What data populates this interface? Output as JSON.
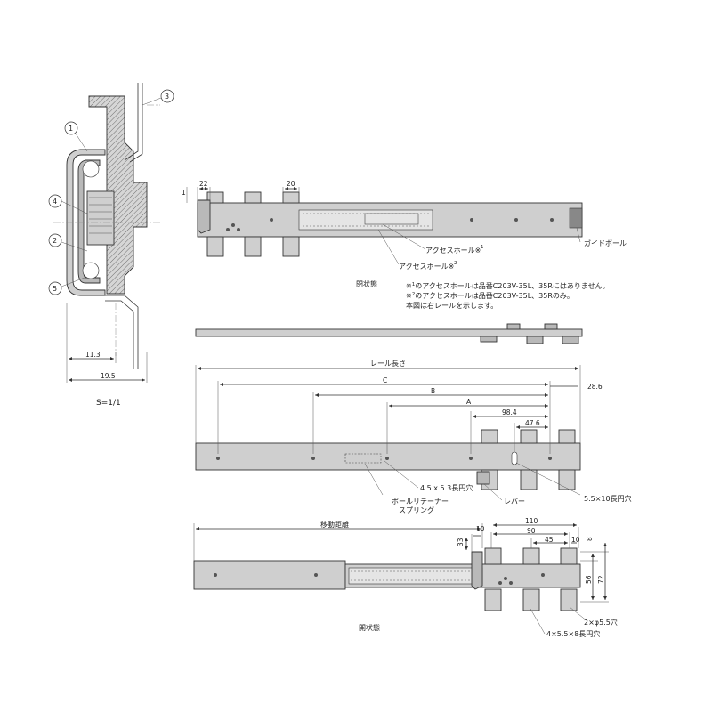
{
  "callouts": {
    "c1": "1",
    "c2": "2",
    "c3": "3",
    "c4": "4",
    "c5": "5"
  },
  "section": {
    "dim_11_3": "11.3",
    "dim_19_5": "19.5",
    "scale": "S=1/1"
  },
  "top_view": {
    "dim_1": "1",
    "dim_22": "22",
    "dim_20": "20",
    "access_hole_1": "アクセスホール※",
    "access_hole_1_sup": "1",
    "access_hole_2": "アクセスホール※",
    "access_hole_2_sup": "2",
    "guide_ball": "ガイドボール",
    "state_label": "閉状態",
    "note1_mark": "※",
    "note1_sup": "1",
    "note1_text": "のアクセスホールは品番C203V-35L、35Rにはありません。",
    "note2_mark": "※",
    "note2_sup": "2",
    "note2_text": "のアクセスホールは品番C203V-35L、35Rのみ。",
    "note3_text": "本図は右レールを示します。"
  },
  "side_view": {
    "rail_length": "レール長さ",
    "dim_C": "C",
    "dim_B": "B",
    "dim_A": "A",
    "dim_28_6": "28.6",
    "dim_98_4": "98.4",
    "dim_47_6": "47.6",
    "slot_small": "4.5 x 5.3長円穴",
    "slot_large": "5.5×10長円穴",
    "lever": "レバー",
    "retainer_line1": "ボールリテーナー",
    "retainer_line2": "スプリング"
  },
  "open_view": {
    "travel": "移動距離",
    "dim_33": "33",
    "dim_10a": "10",
    "dim_110": "110",
    "dim_90": "90",
    "dim_45": "45",
    "dim_10b": "10",
    "dim_8": "8",
    "dim_56": "56",
    "dim_72": "72",
    "holes_round": "2×φ5.5穴",
    "holes_slot": "4×5.5×8長円穴",
    "state_label": "開状態"
  }
}
